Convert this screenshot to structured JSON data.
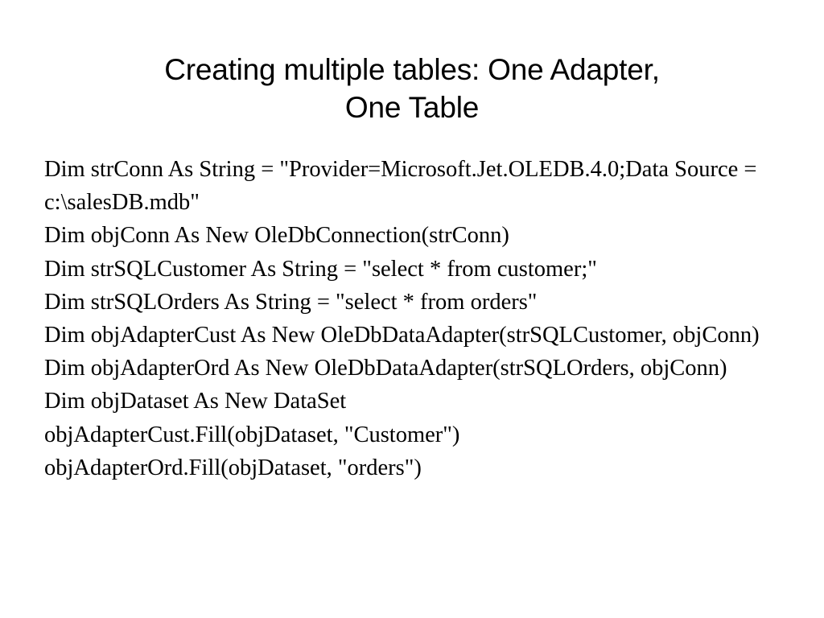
{
  "slide": {
    "title_lines": [
      "Creating multiple tables: One Adapter,",
      "One Table"
    ],
    "title_full": "Creating multiple tables: One Adapter, One Table",
    "background_color": "#ffffff",
    "text_color": "#000000",
    "code_lines": [
      "Dim strConn As String = \"Provider=Microsoft.Jet.OLEDB.4.0;Data Source = c:\\salesDB.mdb\"",
      "Dim objConn As New OleDbConnection(strConn)",
      "Dim strSQLCustomer As String = \"select * from customer;\"",
      "Dim strSQLOrders As String = \"select * from orders\"",
      "Dim objAdapterCust As New OleDbDataAdapter(strSQLCustomer, objConn)",
      "Dim objAdapterOrd As New OleDbDataAdapter(strSQLOrders, objConn)",
      "Dim objDataset As New DataSet",
      "objAdapterCust.Fill(objDataset, \"Customer\")",
      "objAdapterOrd.Fill(objDataset, \"orders\")"
    ]
  }
}
